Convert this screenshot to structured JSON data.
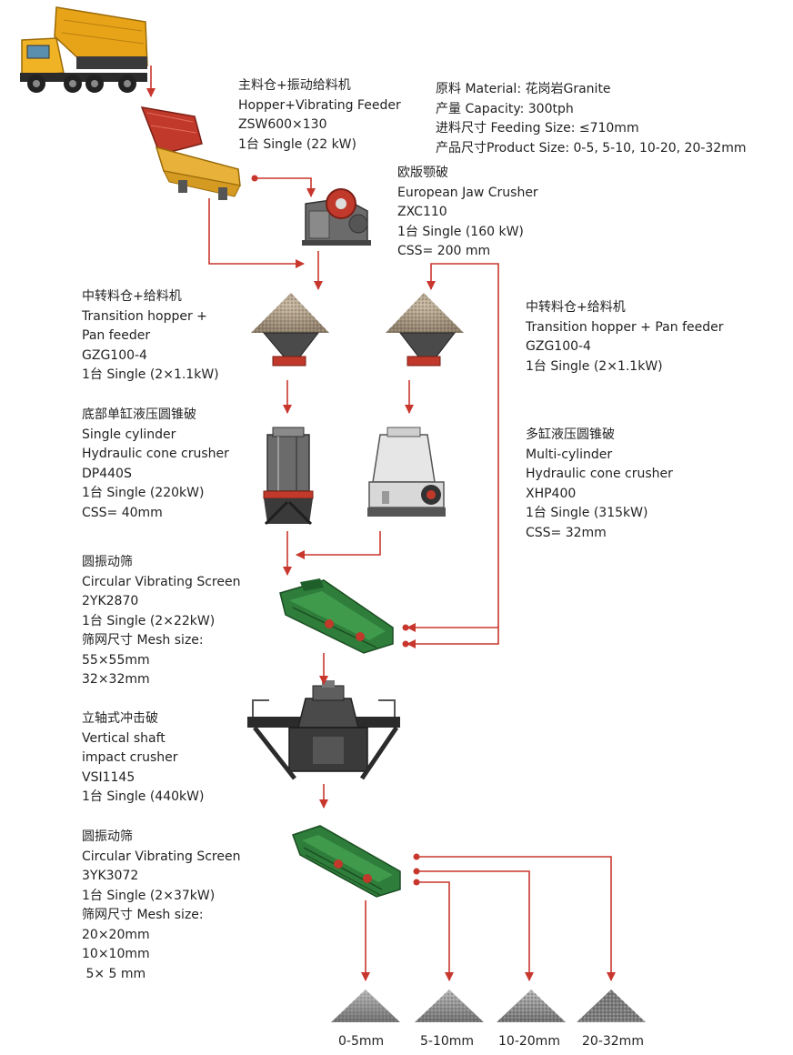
{
  "project_info": [
    "原料 Material: 花岗岩Granite",
    "产量 Capacity:  300tph",
    "进料尺寸 Feeding Size:  ≤710mm",
    "产品尺寸Product Size:  0-5, 5-10, 10-20, 20-32mm"
  ],
  "equipment": {
    "hopper_feeder": [
      "主料仓+振动给料机",
      "Hopper+Vibrating Feeder",
      "ZSW600×130",
      "1台 Single  (22 kW)"
    ],
    "jaw_crusher": [
      "欧版颚破",
      "European Jaw Crusher",
      "ZXC110",
      "1台 Single  (160 kW)",
      "CSS= 200 mm"
    ],
    "transition_left": [
      "中转料仓+给料机",
      "Transition hopper +",
      "Pan feeder",
      "GZG100-4",
      "1台 Single (2×1.1kW)"
    ],
    "transition_right": [
      "中转料仓+给料机",
      "Transition hopper + Pan feeder",
      "GZG100-4",
      "1台 Single (2×1.1kW)"
    ],
    "single_cone": [
      "底部单缸液压圆锥破",
      "Single cylinder",
      "Hydraulic cone crusher",
      "DP440S",
      "1台 Single  (220kW)",
      "CSS= 40mm"
    ],
    "multi_cone": [
      "多缸液压圆锥破",
      "Multi-cylinder",
      "Hydraulic cone crusher",
      "XHP400",
      "1台 Single  (315kW)",
      "CSS= 32mm"
    ],
    "screen_1": [
      "圆振动筛",
      "Circular Vibrating Screen",
      "2YK2870",
      "1台 Single  (2×22kW)",
      "筛网尺寸 Mesh size:",
      "55×55mm",
      "32×32mm"
    ],
    "vsi": [
      "立轴式冲击破",
      "Vertical shaft",
      "impact crusher",
      "VSI1145",
      "1台 Single  (440kW)"
    ],
    "screen_2": [
      "圆振动筛",
      "Circular Vibrating Screen",
      "3YK3072",
      "1台 Single  (2×37kW)",
      "筛网尺寸 Mesh size:",
      "20×20mm",
      "10×10mm",
      " 5× 5 mm"
    ]
  },
  "products": [
    "0-5mm",
    "5-10mm",
    "10-20mm",
    "20-32mm"
  ],
  "colors": {
    "arrow": "#c8372d",
    "text": "#222222",
    "truck_body": "#e8a419",
    "feeder": "#e8b23a",
    "screen_green": "#2e7d3a",
    "machine_gray": "#6b6b6b"
  }
}
